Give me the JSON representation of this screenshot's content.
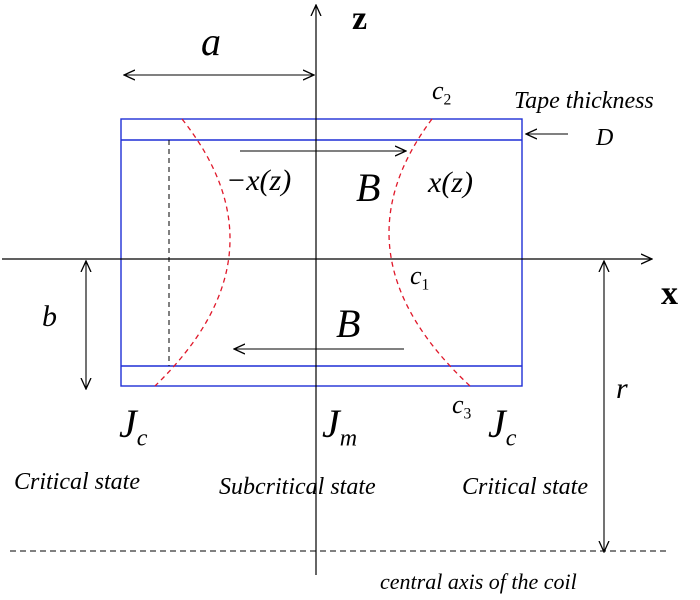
{
  "axes": {
    "z_label": "z",
    "x_label": "x"
  },
  "dimensions": {
    "a": "a",
    "b": "b",
    "r": "r"
  },
  "curves": {
    "c2_base": "c",
    "c2_sub": "2",
    "c1_base": "c",
    "c1_sub": "1",
    "c3_base": "c",
    "c3_sub": "3"
  },
  "positions": {
    "minus_x": "−x(z)",
    "plus_x": "x(z)"
  },
  "field": {
    "top": "B",
    "bottom": "B"
  },
  "currents": {
    "left_base": "J",
    "left_sub": "c",
    "mid_base": "J",
    "mid_sub": "m",
    "right_base": "J",
    "right_sub": "c"
  },
  "states": {
    "left": "Critical state",
    "mid": "Subcritical state",
    "right": "Critical state"
  },
  "tape": {
    "label": "Tape thickness",
    "symbol": "D"
  },
  "axis_note": "central axis of the coil",
  "colors": {
    "tape_outline": "#1f2fd6",
    "boundary_curve": "#e0182a",
    "ink": "#000000"
  }
}
